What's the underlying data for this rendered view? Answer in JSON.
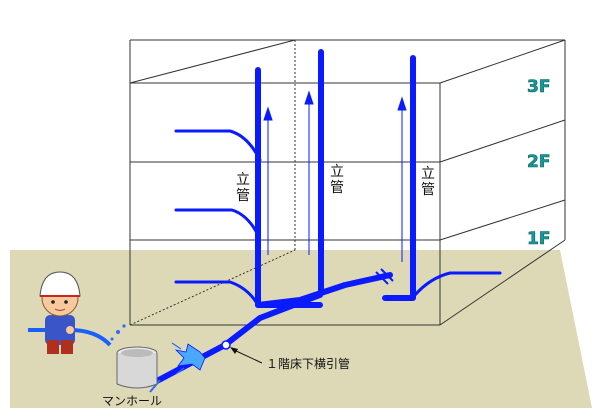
{
  "floors": [
    "3F",
    "2F",
    "1F"
  ],
  "riser_label": "立管",
  "horizontal_drain_label": "１階床下横引管",
  "manhole_label": "マンホール",
  "colors": {
    "pipe": "#0a1bff",
    "ground": "#ddd9b6",
    "floor_label": "#139a9a",
    "building_line": "#333333"
  },
  "icons": {
    "worker": "worker-with-helmet-icon",
    "manhole": "manhole-bucket-icon",
    "water_spray": "water-spray-icon"
  }
}
